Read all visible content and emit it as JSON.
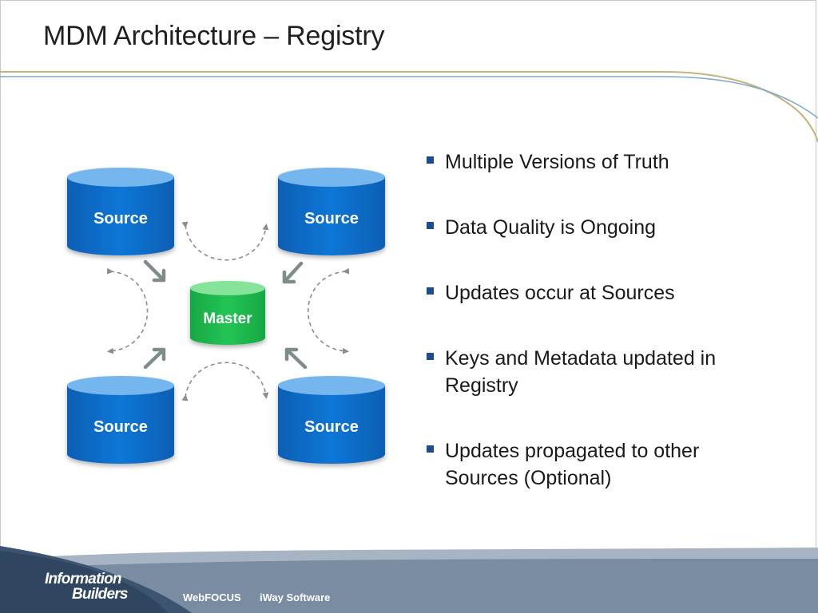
{
  "slide": {
    "title": "MDM Architecture – Registry"
  },
  "diagram": {
    "sources": [
      {
        "label": "Source"
      },
      {
        "label": "Source"
      },
      {
        "label": "Source"
      },
      {
        "label": "Source"
      }
    ],
    "master": {
      "label": "Master"
    },
    "colors": {
      "source_fill": "#0a6fce",
      "source_top": "#6fb3ee",
      "master_fill": "#1fbf4e",
      "master_top": "#7ee08f",
      "arrow": "#7f8c8d",
      "dashed_arrow": "#8c8c8c"
    }
  },
  "bullets": [
    {
      "text": "Multiple Versions of Truth"
    },
    {
      "text": "Data Quality is Ongoing"
    },
    {
      "text": "Updates occur at Sources"
    },
    {
      "text": "Keys and Metadata updated in Registry"
    },
    {
      "text": "Updates propagated to other Sources (Optional)"
    }
  ],
  "footer": {
    "logo_line1": "Information",
    "logo_line2": "Builders",
    "link1": "WebFOCUS",
    "link2": "iWay Software",
    "colors": {
      "dark": "#3d5470",
      "mid": "#6b7f96",
      "light": "#a7b4c3"
    }
  },
  "accent_lines": {
    "colors": [
      "#c2b47a",
      "#7ea7c9"
    ]
  }
}
